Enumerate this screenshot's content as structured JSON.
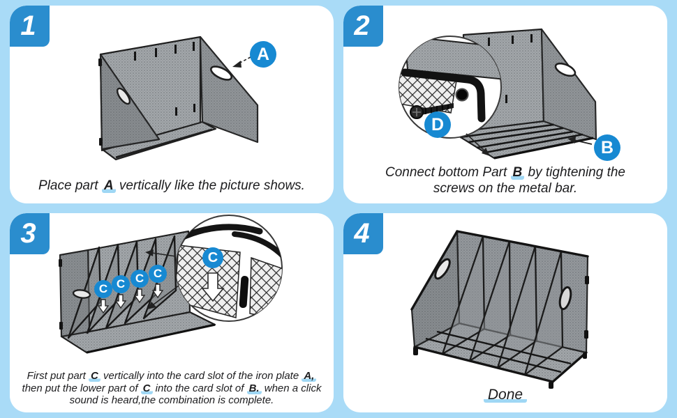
{
  "colors": {
    "background": "#a9dbf7",
    "card": "#ffffff",
    "step_badge_blue": "#2a8dce",
    "part_label_blue": "#1789d2",
    "caption_highlight": "#9fd7f4",
    "text": "#1c1c1e"
  },
  "panels": [
    {
      "number": "1",
      "part_label": "A",
      "caption": {
        "s0": "Place part ",
        "s1": "A",
        "s2": " vertically like the picture shows."
      }
    },
    {
      "number": "2",
      "part_label": "B",
      "detail_label": "D",
      "caption": {
        "l1s0": "Connect bottom Part ",
        "l1s1": "B",
        "l1s2": " by tightening the",
        "l2s0": "screws on the metal bar."
      }
    },
    {
      "number": "3",
      "part_label": "C",
      "caption": {
        "l1s0": "First put part ",
        "l1s1": "C",
        "l1s2": " vertically into the card slot of the iron plate ",
        "l1s3": "A,",
        "l2s0": "then put the lower part of ",
        "l2s1": "C",
        "l2s2": " into the card slot of ",
        "l2s3": "B.",
        "l2s4": " when a click",
        "l3s0": "sound is heard,the combination is complete."
      }
    },
    {
      "number": "4",
      "caption": {
        "s0": "Done"
      }
    }
  ]
}
